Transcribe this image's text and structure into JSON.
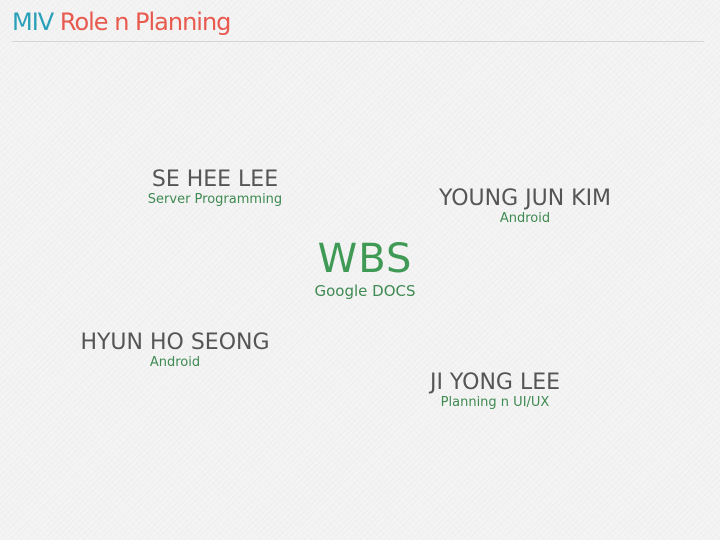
{
  "header": {
    "title_prefix": "MIV",
    "title_rest": "Role n Planning"
  },
  "center": {
    "title": "WBS",
    "subtitle": "Google DOCS"
  },
  "people": [
    {
      "name": "SE HEE LEE",
      "role": "Server Programming"
    },
    {
      "name": "YOUNG JUN KIM",
      "role": "Android"
    },
    {
      "name": "HYUN HO SEONG",
      "role": "Android"
    },
    {
      "name": "JI YONG LEE",
      "role": "Planning n UI/UX"
    }
  ],
  "colors": {
    "title_prefix": "#2aa0b8",
    "title_rest": "#e85a4f",
    "name_text": "#555555",
    "role_text": "#3f8a52",
    "wbs_text": "#3f9a55"
  }
}
